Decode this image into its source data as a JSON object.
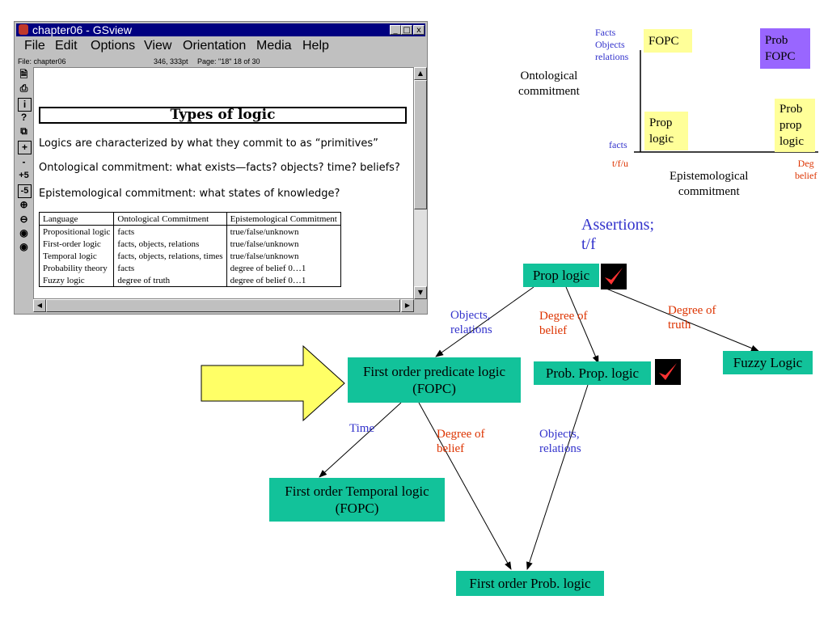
{
  "window": {
    "title": "chapter06 - GSview",
    "controls": {
      "minimize": "_",
      "maximize": "□",
      "close": "x"
    },
    "menu": [
      "File",
      "Edit",
      "Options",
      "View",
      "Orientation",
      "Media",
      "Help"
    ],
    "status": {
      "file": "File: chapter06",
      "coords": "346, 333pt",
      "page": "Page: \"18\" 18 of 30"
    },
    "toolbar_icons": [
      "open-file-icon",
      "print-icon",
      "info-icon",
      "help-icon",
      "next-page-icon",
      "zoom-plus-icon",
      "zoom-minus-icon",
      "plus-five-icon",
      "minus-five-icon",
      "zoom-in-icon",
      "zoom-out-icon",
      "preview-icon",
      "preview-all-icon"
    ],
    "toolbar_labels": [
      "",
      "",
      "i",
      "?",
      "",
      "+",
      "-",
      "+5",
      "-5",
      "",
      "",
      "",
      ""
    ]
  },
  "document": {
    "title": "Types of logic",
    "lines": [
      "Logics are characterized by what they commit to as “primitives”",
      "Ontological commitment: what exists—facts? objects? time? beliefs?",
      "Epistemological commitment: what states of knowledge?"
    ],
    "table": {
      "headers": [
        "Language",
        "Ontological Commitment",
        "Epistemological Commitment"
      ],
      "rows": [
        [
          "Propositional logic",
          "facts",
          "true/false/unknown"
        ],
        [
          "First-order logic",
          "facts, objects, relations",
          "true/false/unknown"
        ],
        [
          "Temporal logic",
          "facts, objects, relations, times",
          "true/false/unknown"
        ],
        [
          "Probability theory",
          "facts",
          "degree of belief 0…1"
        ],
        [
          "Fuzzy logic",
          "degree of truth",
          "degree of belief 0…1"
        ]
      ]
    }
  },
  "commitment_diagram": {
    "y_labels": {
      "top": "Facts\nObjects\nrelations",
      "bottom": "facts"
    },
    "x_labels": {
      "left": "t/f/u",
      "right": "Deg\nbelief"
    },
    "y_axis_title": "Ontological\ncommitment",
    "x_axis_title": "Epistemological\ncommitment",
    "boxes": {
      "fopc": "FOPC",
      "prob_fopc": "Prob\nFOPC",
      "prop_logic": "Prop\nlogic",
      "prob_prop_logic": "Prob\nprop\nlogic"
    }
  },
  "hierarchy": {
    "heading": "Assertions;\nt/f",
    "nodes": {
      "prop_logic": "Prop logic",
      "fopc": "First order predicate logic\n(FOPC)",
      "prob_prop": "Prob. Prop. logic",
      "fuzzy": "Fuzzy Logic",
      "temporal": "First order Temporal logic\n(FOPC)",
      "prob_fo": "First order Prob. logic"
    },
    "edge_labels": {
      "objects_relations_1": "Objects,\nrelations",
      "degree_belief_1": "Degree of\nbelief",
      "degree_truth": "Degree of\ntruth",
      "time": "Time",
      "degree_belief_2": "Degree of\nbelief",
      "objects_relations_2": "Objects,\nrelations"
    },
    "colors": {
      "node": "#12c29a",
      "edge_blue": "#3333cc",
      "edge_red": "#dd3300",
      "arrow_fill": "#ffff66",
      "check": "#ff3333"
    }
  }
}
